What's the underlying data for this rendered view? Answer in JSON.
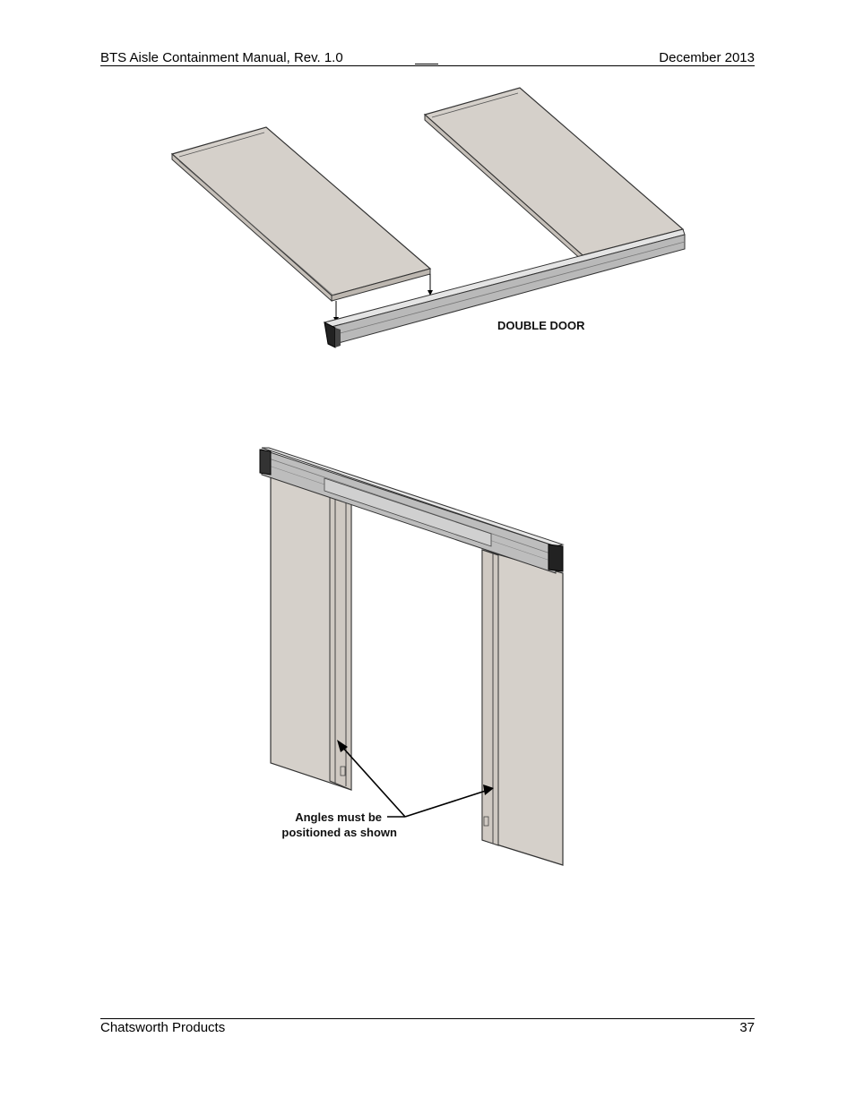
{
  "header": {
    "title": "BTS Aisle Containment Manual, Rev. 1.0",
    "date": "December 2013"
  },
  "figure1": {
    "label": "DOUBLE DOOR"
  },
  "figure2": {
    "callout_line1": "Angles must be",
    "callout_line2": "positioned as shown"
  },
  "footer": {
    "company": "Chatsworth Products",
    "page_number": "37"
  }
}
